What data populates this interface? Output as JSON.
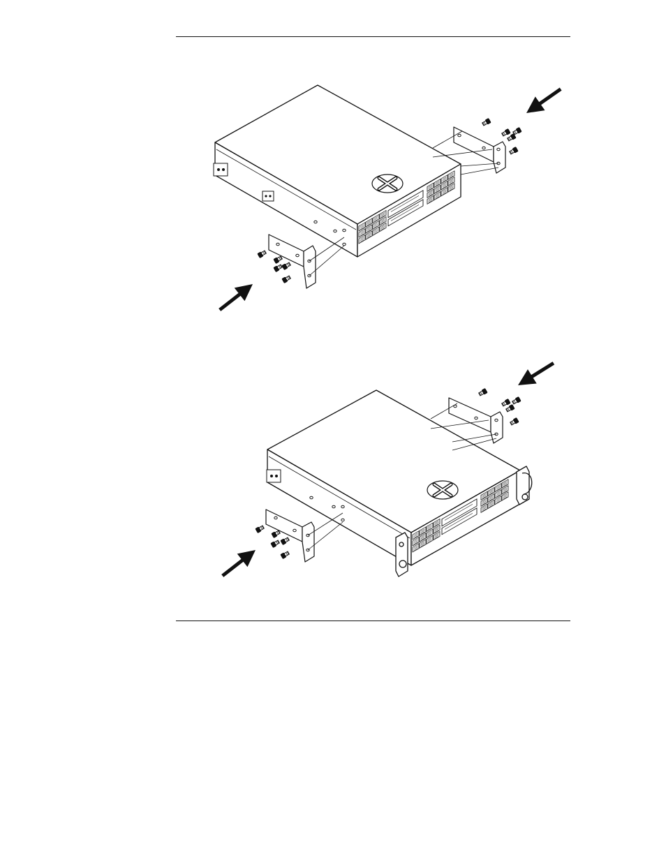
{
  "figures": [
    {
      "id": "figure-1",
      "depicts": "rack-mount-ear-installation",
      "ears": 2,
      "screws_per_ear": 4,
      "front_handles": false
    },
    {
      "id": "figure-2",
      "depicts": "rack-mount-ear-installation-with-front-handles",
      "ears": 2,
      "screws_per_ear": 4,
      "front_handles": true
    }
  ],
  "icons": [
    "arrow-icon",
    "screw-icon",
    "fan-grille-icon",
    "mounting-bracket-icon",
    "drive-bay-icon",
    "handle-icon"
  ],
  "colors": {
    "line": "#111111",
    "fill": "#ffffff",
    "arrow": "#111111"
  }
}
